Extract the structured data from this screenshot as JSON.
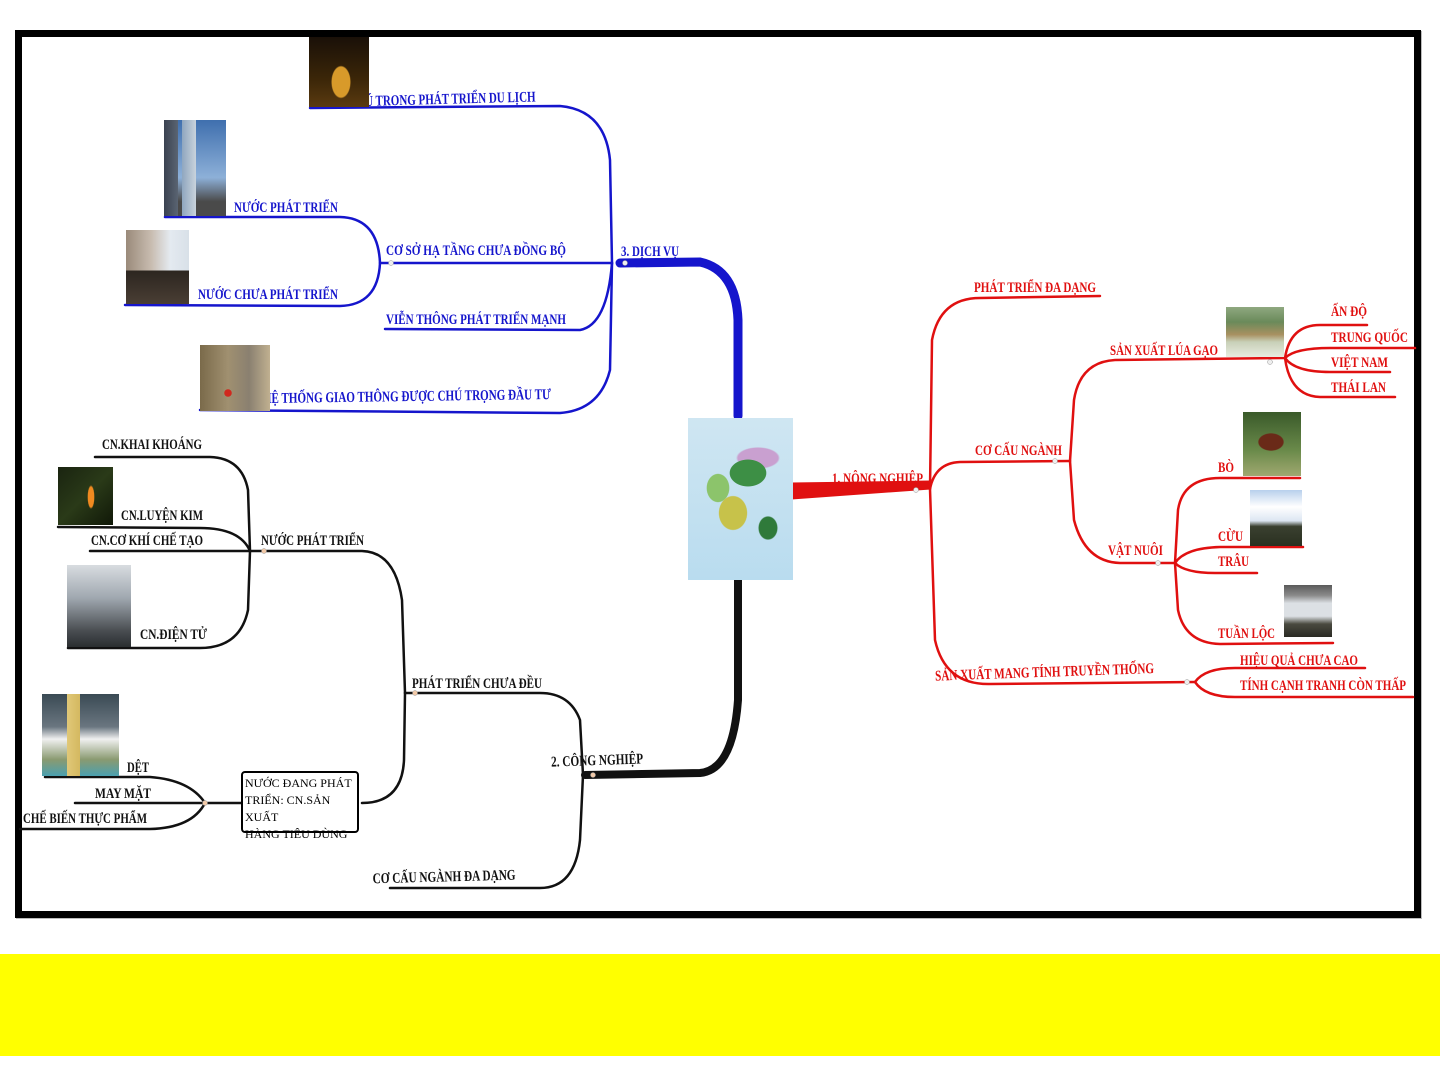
{
  "colors": {
    "dich_vu": "#1515cc",
    "nong_nghiep": "#e01010",
    "cong_nghiep": "#111111",
    "frame": "#000000",
    "bottom_bar": "#ffff00"
  },
  "center": {
    "image": "asia-map-image"
  },
  "dich_vu": {
    "label": "3. DỊCH VỤ",
    "children": [
      {
        "label": "CHÚ TRỌNG PHÁT TRIỂN DU LỊCH",
        "image": "pagoda-image"
      },
      {
        "label": "CƠ SỞ HẠ TẦNG CHƯA ĐỒNG BỘ",
        "children": [
          {
            "label": "NƯỚC PHÁT TRIỂN",
            "image": "skyscraper-image"
          },
          {
            "label": "NƯỚC CHƯA PHÁT TRIỂN",
            "image": "street-image"
          }
        ]
      },
      {
        "label": "VIỄN THÔNG PHÁT TRIỂN MẠNH"
      },
      {
        "label": "HỆ THỐNG GIAO THÔNG ĐƯỢC CHÚ TRỌNG ĐẦU TƯ",
        "image": "traffic-image"
      }
    ]
  },
  "cong_nghiep": {
    "label": "2. CÔNG NGHIỆP",
    "children": [
      {
        "label": "PHÁT TRIỂN CHƯA ĐỀU",
        "children": [
          {
            "label": "NƯỚC PHÁT TRIỂN",
            "children": [
              {
                "label": "CN.KHAI KHOÁNG"
              },
              {
                "label": "CN.LUYỆN KIM",
                "image": "steel-image"
              },
              {
                "label": "CN.CƠ KHÍ CHẾ TẠO"
              },
              {
                "label": "CN.ĐIỆN TỬ",
                "image": "electronics-image"
              }
            ]
          },
          {
            "label_lines": [
              "NƯỚC ĐANG PHÁT",
              "TRIỂN:  CN.SẢN XUẤT",
              "HÀNG TIÊU DÙNG"
            ],
            "children": [
              {
                "label": "DỆT",
                "image": "textile-image"
              },
              {
                "label": "MAY MẶT"
              },
              {
                "label": "CHẾ BIẾN THỰC PHẨM"
              }
            ]
          }
        ]
      },
      {
        "label": "CƠ CẤU NGÀNH ĐA DẠNG"
      }
    ]
  },
  "nong_nghiep": {
    "label": "1. NÔNG NGHIỆP",
    "children": [
      {
        "label": "PHÁT TRIỂN ĐA DẠNG"
      },
      {
        "label": "CƠ CẤU NGÀNH",
        "children": [
          {
            "label": "SẢN XUẤT LÚA GẠO",
            "image": "rice-field-image",
            "children": [
              {
                "label": "ẤN ĐỘ"
              },
              {
                "label": "TRUNG QUỐC"
              },
              {
                "label": "VIỆT NAM"
              },
              {
                "label": "THÁI LAN"
              }
            ]
          },
          {
            "label": "VẬT NUÔI",
            "children": [
              {
                "label": "BÒ",
                "image": "cow-image"
              },
              {
                "label": "CỪU",
                "image": "sheep-image"
              },
              {
                "label": "TRÂU"
              },
              {
                "label": "TUẦN LỘC",
                "image": "reindeer-image"
              }
            ]
          }
        ]
      },
      {
        "label": "SẢN XUẤT MANG TÍNH TRUYỀN THỐNG",
        "children": [
          {
            "label": "HIỆU QUẢ CHƯA CAO"
          },
          {
            "label": "TÍNH CẠNH TRANH CÒN THẤP"
          }
        ]
      }
    ]
  }
}
